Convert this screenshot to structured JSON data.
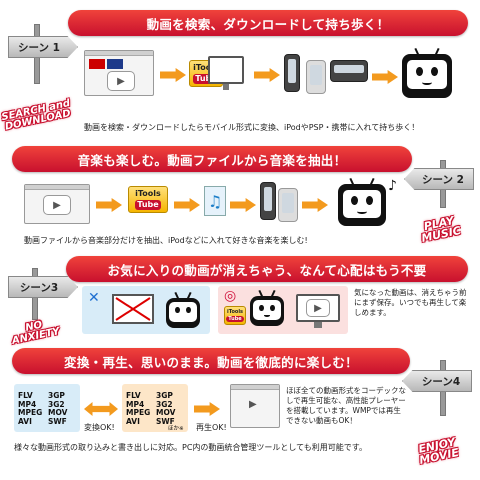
{
  "scene1": {
    "title": "動画を検索、ダウンロードして持ち歩く！",
    "sign": "シーン 1",
    "tag_line1": "SEARCH and",
    "tag_line2": "DOWNLOAD",
    "caption": "動画を検索・ダウンロードしたらモバイル形式に変換、iPodやPSP・携帯に入れて持ち歩く！",
    "itools_top": "iTools",
    "itools_bottom": "Tube"
  },
  "scene2": {
    "title": "音楽も楽しむ。動画ファイルから音楽を抽出！",
    "sign": "シーン 2",
    "tag_line1": "PLAY",
    "tag_line2": "MUSIC",
    "caption": "動画ファイルから音楽部分だけを抽出、iPodなどに入れて好きな音楽を楽しむ!",
    "itools_top": "iTools",
    "itools_bottom": "Tube"
  },
  "scene3": {
    "title": "お気に入りの動画が消えちゃう、なんて心配はもう不要",
    "sign": "シーン3",
    "tag_line1": "NO",
    "tag_line2": "ANXIETY",
    "x_mark": "✕",
    "o_mark": "◎",
    "info": "気になった動画は、消えちゃう前にまず保存。いつでも再生して楽しめます。",
    "itools_top": "iTools",
    "itools_bottom": "Tube"
  },
  "scene4": {
    "title": "変換・再生、思いのまま。動画を徹底的に楽しむ！",
    "sign": "シーン4",
    "tag_line1": "ENJOY",
    "tag_line2": "MOVIE",
    "formats_left": [
      "FLV",
      "3GP",
      "MP4",
      "3G2",
      "MPEG",
      "MOV",
      "AVI",
      "SWF"
    ],
    "formats_right": [
      "FLV",
      "3GP",
      "MP4",
      "3G2",
      "MPEG",
      "MOV",
      "AVI",
      "SWF"
    ],
    "etc_note": "ほか※",
    "convert_ok": "変換OK!",
    "play_ok": "再生OK!",
    "info": "ほぼ全ての動画形式をコーデックなしで再生可能な、高性能プレーヤーを搭載しています。WMPでは再生できない動画もOK！",
    "caption": "様々な動画形式の取り込みと書き出しに対応。PC内の動画統合管理ツールとしても利用可能です。"
  },
  "colors": {
    "banner_red": "#c8102e",
    "arrow_orange": "#f39a1e",
    "itools_yellow": "#f6b500"
  }
}
